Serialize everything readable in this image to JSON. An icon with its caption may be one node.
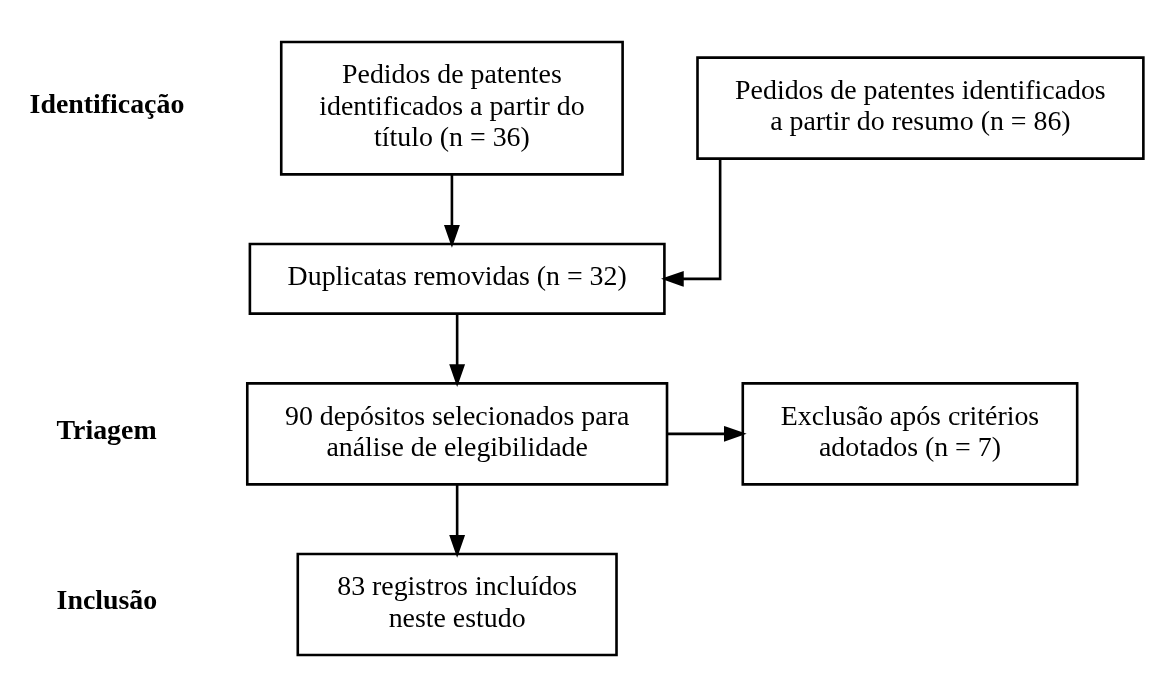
{
  "diagram": {
    "nodes": [
      {
        "text": [
          "Pedidos de patentes identificados a partir do título (n = 36)"
        ]
      },
      {
        "text": [
          "Pedidos de patentes identificados a partir do resumo (n = 86)"
        ]
      },
      {
        "text": [
          "Duplicatas removidas (n = 32)"
        ]
      },
      {
        "text": [
          "90 depósitos selecionados para análise de elegibilidade"
        ]
      },
      {
        "text": [
          "Exclusão após critérios adotados (n = 7)"
        ]
      },
      {
        "text": [
          "83 registros incluídos neste estudo"
        ]
      }
    ],
    "edges": [
      {
        "from": 0,
        "to": 2,
        "arrow": "to"
      },
      {
        "from": 1,
        "to": 2,
        "arrow": "to"
      },
      {
        "from": 2,
        "to": 3,
        "arrow": "to"
      },
      {
        "from": 3,
        "to": 4,
        "arrow": "to"
      },
      {
        "from": 3,
        "to": 5,
        "arrow": "to"
      }
    ],
    "labels": [
      "Identificação",
      "Triagem",
      "Inclusão"
    ]
  }
}
